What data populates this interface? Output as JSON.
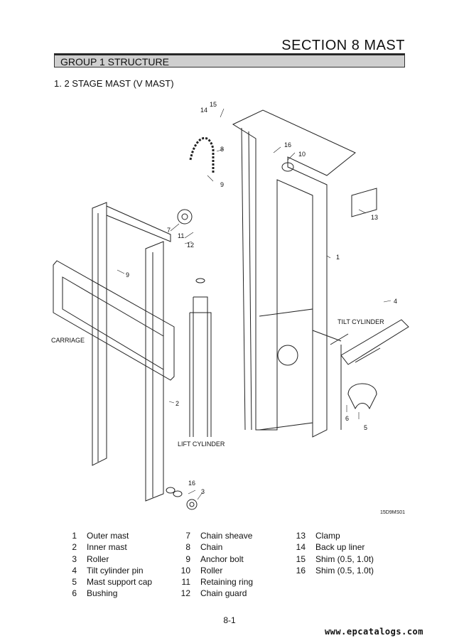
{
  "header": {
    "section_title": "SECTION 8 MAST",
    "group_title": "GROUP 1 STRUCTURE",
    "subtitle": "1. 2 STAGE MAST (V MAST)"
  },
  "diagram": {
    "labels": {
      "carriage": "CARRIAGE",
      "tilt_cylinder": "TILT CYLINDER",
      "lift_cylinder": "LIFT CYLINDER",
      "drawing_code": "15D9MS01"
    },
    "callouts": [
      "15",
      "14",
      "8",
      "16",
      "10",
      "9",
      "7",
      "11",
      "12",
      "9",
      "13",
      "1",
      "4",
      "2",
      "6",
      "5",
      "16",
      "3"
    ]
  },
  "legend": {
    "columns": [
      [
        {
          "num": "1",
          "label": "Outer mast"
        },
        {
          "num": "2",
          "label": "Inner mast"
        },
        {
          "num": "3",
          "label": "Roller"
        },
        {
          "num": "4",
          "label": "Tilt cylinder pin"
        },
        {
          "num": "5",
          "label": "Mast support cap"
        },
        {
          "num": "6",
          "label": "Bushing"
        }
      ],
      [
        {
          "num": "7",
          "label": "Chain sheave"
        },
        {
          "num": "8",
          "label": "Chain"
        },
        {
          "num": "9",
          "label": "Anchor bolt"
        },
        {
          "num": "10",
          "label": "Roller"
        },
        {
          "num": "11",
          "label": "Retaining ring"
        },
        {
          "num": "12",
          "label": "Chain guard"
        }
      ],
      [
        {
          "num": "13",
          "label": "Clamp"
        },
        {
          "num": "14",
          "label": "Back up liner"
        },
        {
          "num": "15",
          "label": "Shim (0.5, 1.0t)"
        },
        {
          "num": "16",
          "label": "Shim (0.5, 1.0t)"
        }
      ]
    ]
  },
  "footer": {
    "page_number": "8-1",
    "watermark": "www.epcatalogs.com"
  }
}
